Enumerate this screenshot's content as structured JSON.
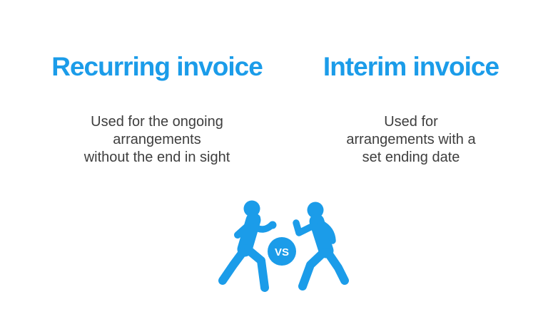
{
  "theme": {
    "accent_blue": "#1b9ce9",
    "text_gray": "#3e3e3e",
    "vs_text_color": "#ffffff",
    "background": "#ffffff"
  },
  "columns": [
    {
      "title": "Recurring invoice",
      "description": "Used for the ongoing\narrangements\nwithout the end in sight"
    },
    {
      "title": "Interim invoice",
      "description": "Used for\narrangements with a\nset ending date"
    }
  ],
  "vs_graphic": {
    "label": "VS",
    "icons": [
      "left-fighter-icon",
      "vs-badge",
      "right-fighter-icon"
    ]
  }
}
